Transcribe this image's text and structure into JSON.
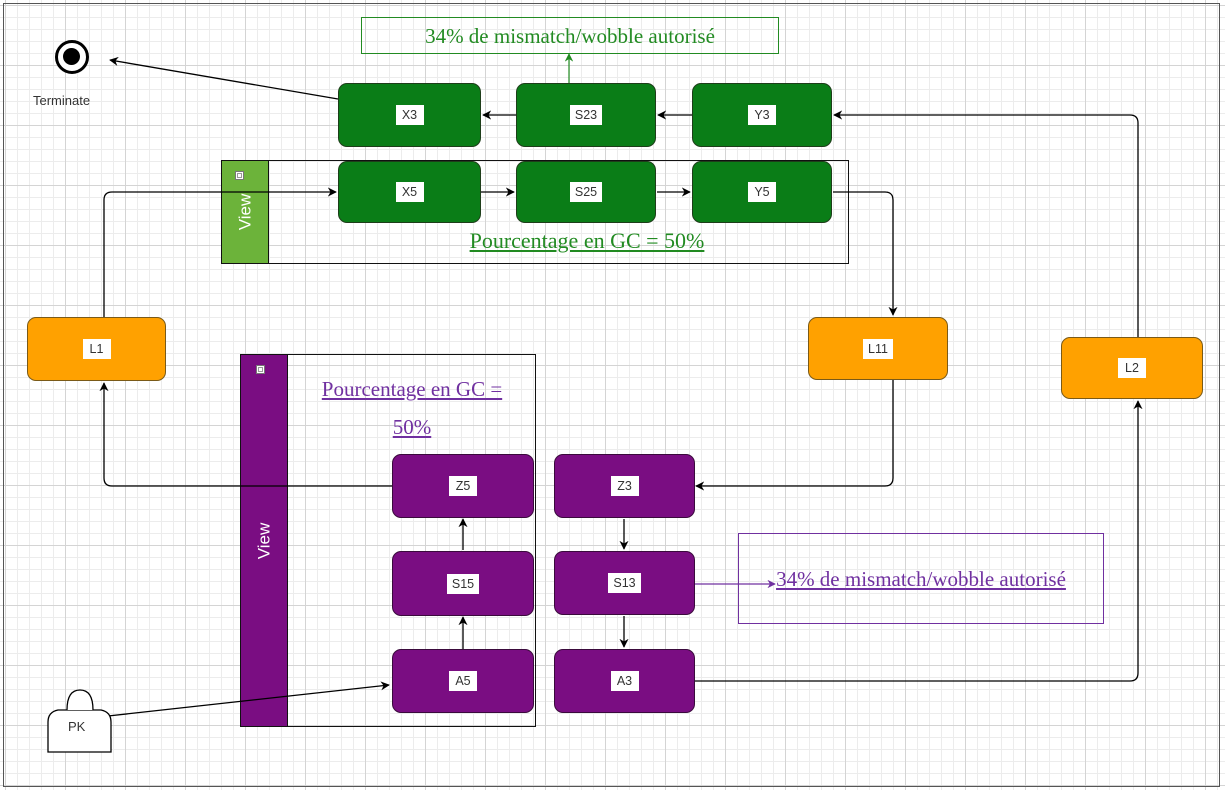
{
  "colors": {
    "green": "#0a7d17",
    "purple": "#7a0d82",
    "orange": "#ffa100",
    "view_green": "#6cb33a",
    "annotation_green": "#228b22",
    "annotation_purple": "#7030a0"
  },
  "terminate": {
    "label": "Terminate",
    "icon": "terminate-end-event-icon"
  },
  "pk": {
    "label": "PK",
    "icon": "pk-shape-icon"
  },
  "green_row_top": {
    "x3": "X3",
    "s23": "S23",
    "y3": "Y3"
  },
  "green_row_view": {
    "x5": "X5",
    "s25": "S25",
    "y5": "Y5"
  },
  "loops": {
    "l1": "L1",
    "l11": "L11",
    "l2": "L2"
  },
  "purple_left": {
    "z5": "Z5",
    "s15": "S15",
    "a5": "A5"
  },
  "purple_right": {
    "z3": "Z3",
    "s13": "S13",
    "a3": "A3"
  },
  "pools": {
    "green_view": "View",
    "purple_view": "View"
  },
  "annotations": {
    "green_mismatch": "34% de mismatch/wobble autorisé",
    "green_gc": "Pourcentage en GC = 50%",
    "purple_gc": "Pourcentage en GC = 50%",
    "purple_mismatch": "34% de mismatch/wobble autorisé"
  }
}
